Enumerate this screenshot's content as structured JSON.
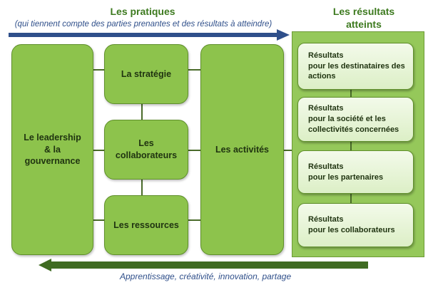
{
  "header": {
    "practices_title": "Les pratiques",
    "practices_subtitle": "(qui tiennent compte des parties prenantes et des résultats à atteindre)",
    "results_title": "Les résultats\natteints"
  },
  "boxes": {
    "leadership": "Le leadership\n& la\ngouvernance",
    "strategy": "La stratégie",
    "collaborators": "Les\ncollaborateurs",
    "resources": "Les ressources",
    "activities": "Les activités"
  },
  "results": [
    {
      "label": "Résultats\npour les destinataires des\nactions"
    },
    {
      "label": "Résultats\npour la société et les\ncollectivités concernées"
    },
    {
      "label": "Résultats\npour les partenaires"
    },
    {
      "label": "Résultats\npour les collaborateurs"
    }
  ],
  "footer": {
    "caption": "Apprentissage, créativité, innovation, partage"
  },
  "colors": {
    "box_green": "#8dc34c",
    "title_green": "#3d7a1f",
    "arrow_blue": "#2f4f8a",
    "arrow_green": "#3f6b22"
  }
}
